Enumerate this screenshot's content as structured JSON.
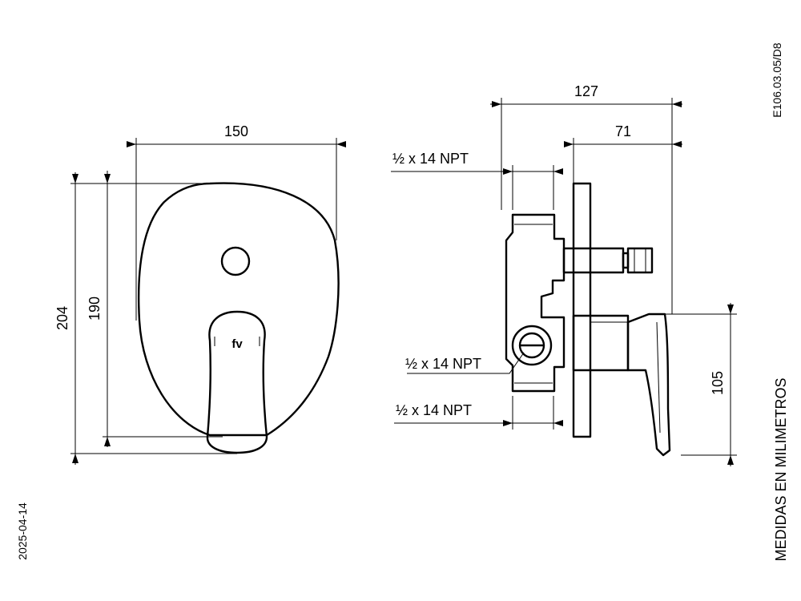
{
  "front_view": {
    "width_label": "150",
    "height_outer_label": "204",
    "height_inner_label": "190",
    "logo_text": "fv"
  },
  "side_view": {
    "depth_total_label": "127",
    "depth_front_label": "71",
    "thread_top_label": "½ x 14 NPT",
    "thread_mid_label": "½ x 14 NPT",
    "thread_bottom_label": "½ x 14 NPT",
    "handle_height_label": "105"
  },
  "sheet": {
    "code": "E106.03.05/D8",
    "date": "2025-04-14",
    "units_note": "MEDIDAS EN MILIMETROS"
  }
}
